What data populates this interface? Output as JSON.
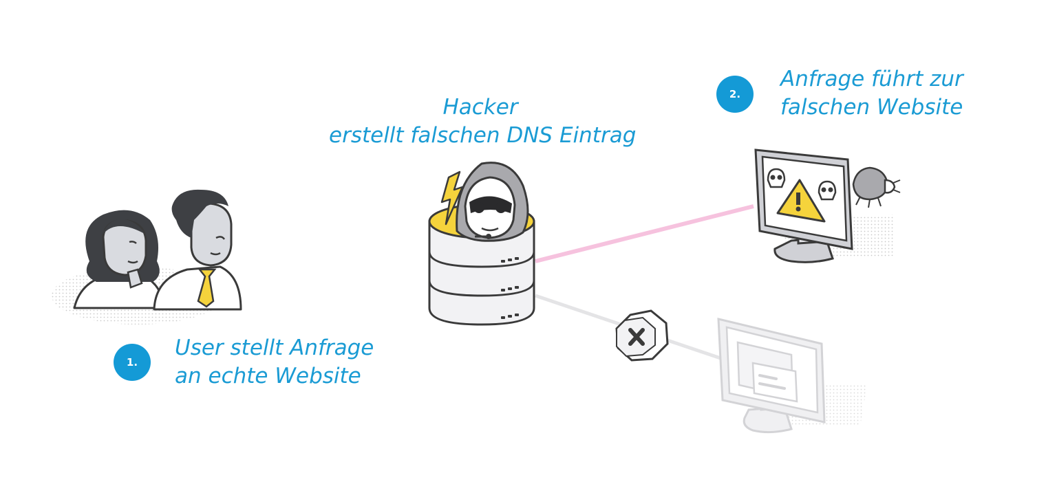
{
  "colors": {
    "accent": "#1a9bd4",
    "badge": "#149ad6",
    "outline": "#3a3a3a",
    "yellow": "#f5d33c",
    "pink_link": "#f7c4df",
    "gray_link": "#c8c9cf"
  },
  "steps": {
    "user": {
      "number": "1.",
      "line1": "User stellt Anfrage",
      "line2": "an echte Website"
    },
    "redirect": {
      "number": "2.",
      "line1": "Anfrage führt zur",
      "line2": "falschen Website"
    }
  },
  "hacker": {
    "line1": "Hacker",
    "line2": "erstellt falschen DNS Eintrag"
  },
  "icons": {
    "users": "people-icon",
    "server": "dns-server-icon",
    "hacker": "hooded-hacker-icon",
    "lightning": "lightning-icon",
    "malicious_site": "malicious-monitor-icon",
    "bug": "bug-icon",
    "blocked": "blocked-x-icon",
    "real_site": "real-website-monitor-icon"
  }
}
